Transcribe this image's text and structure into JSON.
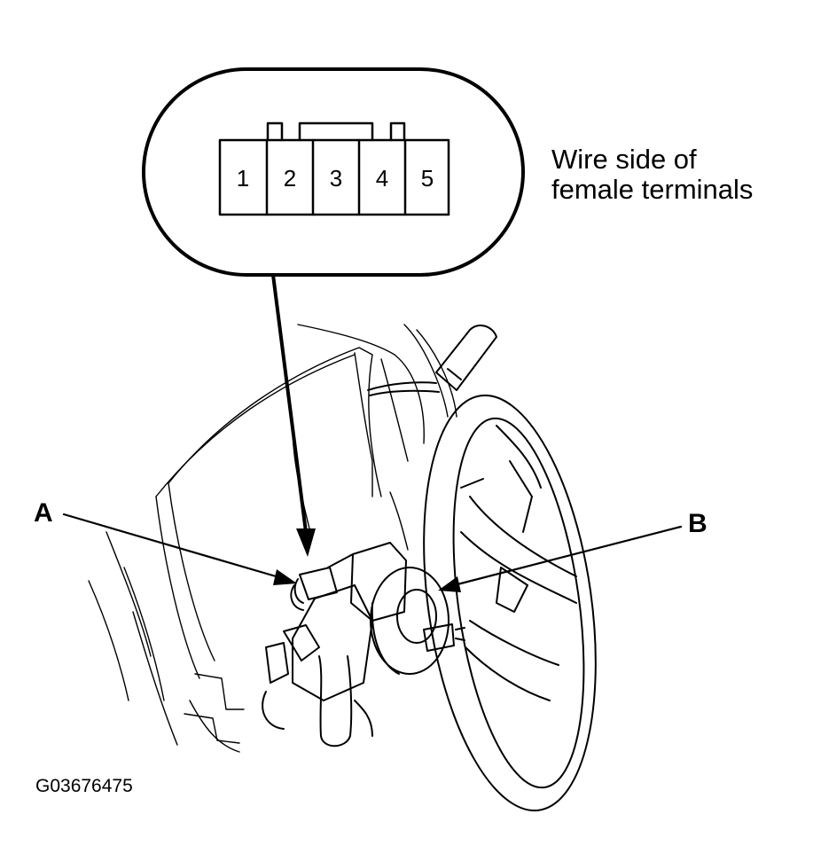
{
  "connector": {
    "caption_line1": "Wire side of",
    "caption_line2": "female terminals",
    "terminals": [
      "1",
      "2",
      "3",
      "4",
      "5"
    ]
  },
  "callouts": {
    "a": "A",
    "b": "B"
  },
  "figure_id": "G03676475"
}
